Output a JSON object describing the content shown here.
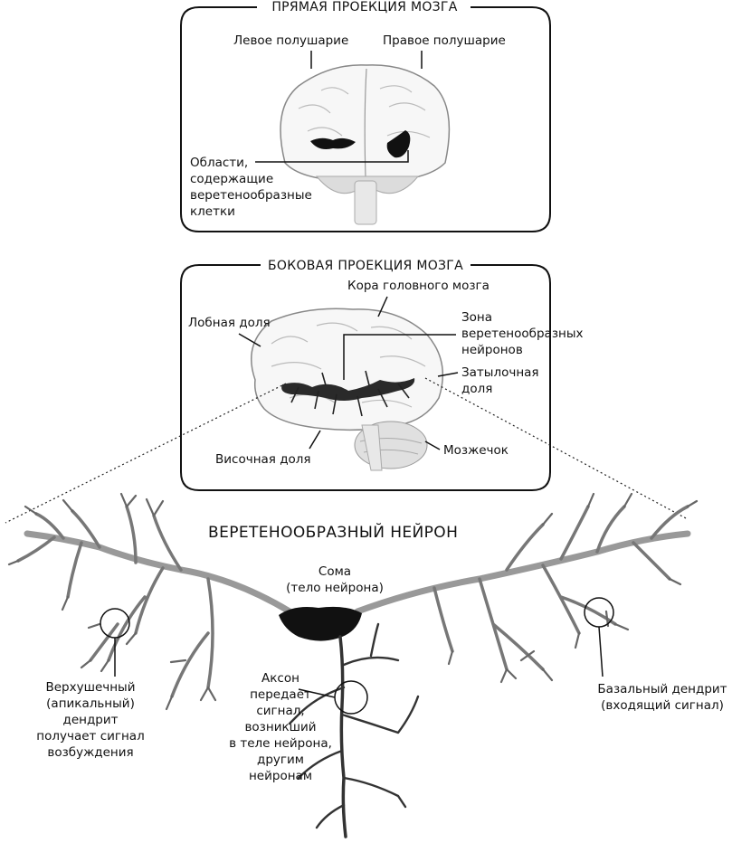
{
  "front_view": {
    "title": "ПРЯМАЯ ПРОЕКЦИЯ МОЗГА",
    "left_hemisphere": "Левое полушарие",
    "right_hemisphere": "Правое полушарие",
    "areas_label": [
      "Области,",
      "содержащие",
      "веретенообразные",
      "клетки"
    ]
  },
  "side_view": {
    "title": "БОКОВАЯ ПРОЕКЦИЯ МОЗГА",
    "cortex": "Кора головного мозга",
    "frontal_lobe": "Лобная доля",
    "spindle_zone": [
      "Зона",
      "веретенообразных",
      "нейронов"
    ],
    "occipital_lobe": [
      "Затылочная",
      "доля"
    ],
    "temporal_lobe": "Височная доля",
    "cerebellum": "Мозжечок"
  },
  "neuron": {
    "title": "ВЕРЕТЕНООБРАЗНЫЙ НЕЙРОН",
    "soma": [
      "Сома",
      "(тело нейрона)"
    ],
    "apical_dendrite": [
      "Верхушечный",
      "(апикальный)",
      "дендрит",
      "получает сигнал",
      "возбуждения"
    ],
    "axon": [
      "Аксон",
      "передает",
      "сигнал,",
      "возникший",
      "в теле нейрона,",
      "другим",
      "нейронам"
    ],
    "basal_dendrite": [
      "Базальный дендрит",
      "(входящий сигнал)"
    ]
  }
}
